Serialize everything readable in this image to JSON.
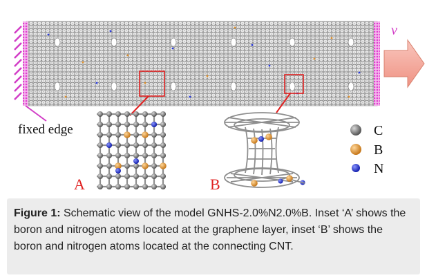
{
  "figure": {
    "label_fixed_edge": "fixed edge",
    "label_velocity": "v",
    "inset_a_label": "A",
    "inset_b_label": "B",
    "legend": [
      {
        "symbol": "C",
        "color": "#5a5a5a"
      },
      {
        "symbol": "B",
        "color": "#d98a2a"
      },
      {
        "symbol": "N",
        "color": "#1c2ed0"
      }
    ]
  },
  "caption": {
    "label": "Figure 1:",
    "text": " Schematic view of the model GNHS-2.0%N2.0%B. Inset ‘A’ shows the boron and nitrogen atoms located at the graphene layer, inset ‘B’ shows the boron and nitrogen atoms located at the connecting CNT."
  }
}
